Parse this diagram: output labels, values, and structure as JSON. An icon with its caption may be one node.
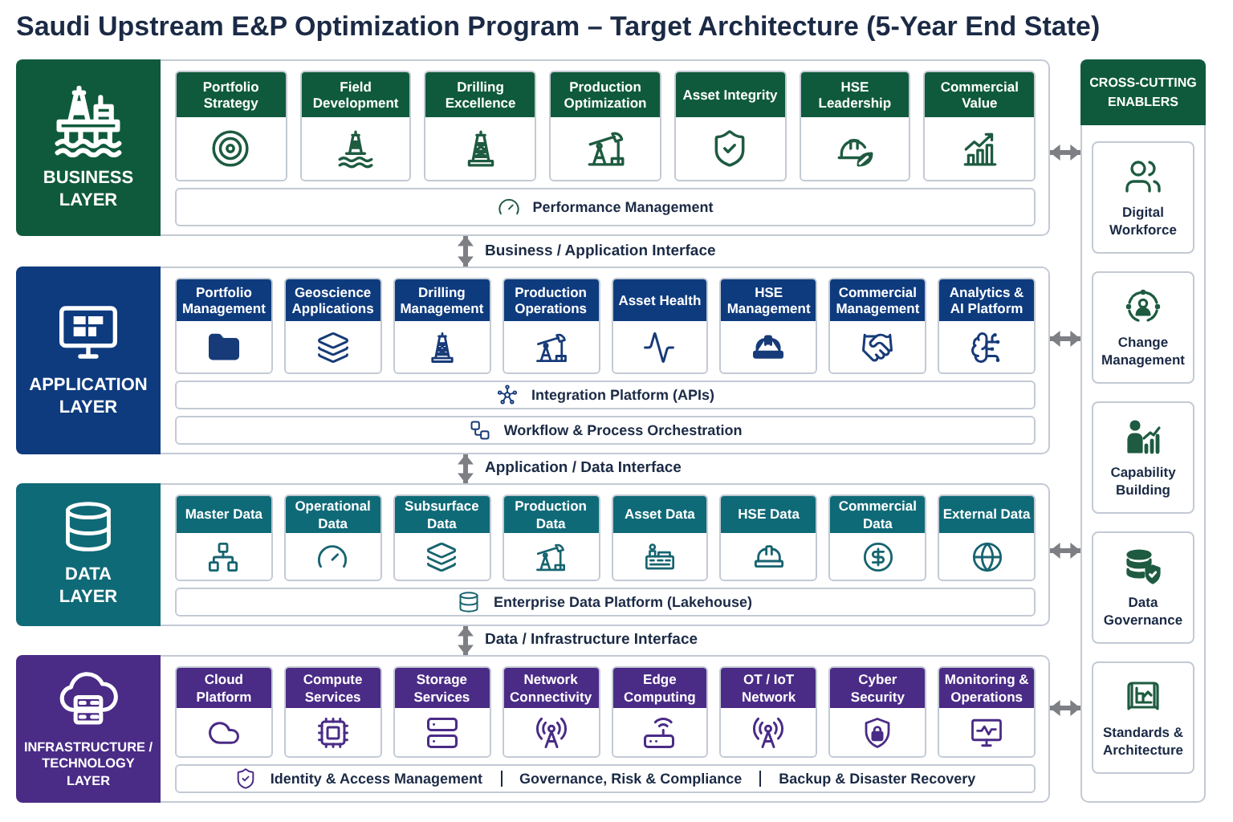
{
  "diagram": {
    "title": "Saudi Upstream E&P Optimization Program – Target Architecture (5-Year End State)",
    "nodes": [
      {
        "text": [
          "BUSINESS LAYER"
        ]
      },
      {
        "text": [
          "Portfolio Strategy"
        ],
        "in": 0
      },
      {
        "text": [
          "Field Development"
        ],
        "in": 0
      },
      {
        "text": [
          "Drilling Excellence"
        ],
        "in": 0
      },
      {
        "text": [
          "Production Optimization"
        ],
        "in": 0
      },
      {
        "text": [
          "Asset Integrity"
        ],
        "in": 0
      },
      {
        "text": [
          "HSE Leadership"
        ],
        "in": 0
      },
      {
        "text": [
          "Commercial Value"
        ],
        "in": 0
      },
      {
        "text": [
          "Performance Management"
        ],
        "in": 0
      },
      {
        "text": [
          "APPLICATION LAYER"
        ]
      },
      {
        "text": [
          "Portfolio Management"
        ],
        "in": 9
      },
      {
        "text": [
          "Geoscience Applications"
        ],
        "in": 9
      },
      {
        "text": [
          "Drilling Management"
        ],
        "in": 9
      },
      {
        "text": [
          "Production Operations"
        ],
        "in": 9
      },
      {
        "text": [
          "Asset Health"
        ],
        "in": 9
      },
      {
        "text": [
          "HSE Management"
        ],
        "in": 9
      },
      {
        "text": [
          "Commercial Management"
        ],
        "in": 9
      },
      {
        "text": [
          "Analytics & AI Platform"
        ],
        "in": 9
      },
      {
        "text": [
          "Integration Platform (APIs)"
        ],
        "in": 9
      },
      {
        "text": [
          "Workflow & Process Orchestration"
        ],
        "in": 9
      },
      {
        "text": [
          "DATA LAYER"
        ]
      },
      {
        "text": [
          "Master Data"
        ],
        "in": 20
      },
      {
        "text": [
          "Operational Data"
        ],
        "in": 20
      },
      {
        "text": [
          "Subsurface Data"
        ],
        "in": 20
      },
      {
        "text": [
          "Production Data"
        ],
        "in": 20
      },
      {
        "text": [
          "Asset Data"
        ],
        "in": 20
      },
      {
        "text": [
          "HSE Data"
        ],
        "in": 20
      },
      {
        "text": [
          "Commercial Data"
        ],
        "in": 20
      },
      {
        "text": [
          "External Data"
        ],
        "in": 20
      },
      {
        "text": [
          "Enterprise Data Platform (Lakehouse)"
        ],
        "in": 20
      },
      {
        "text": [
          "INFRASTRUCTURE / TECHNOLOGY LAYER"
        ]
      },
      {
        "text": [
          "Cloud Platform"
        ],
        "in": 30
      },
      {
        "text": [
          "Compute Services"
        ],
        "in": 30
      },
      {
        "text": [
          "Storage Services"
        ],
        "in": 30
      },
      {
        "text": [
          "Network Connectivity"
        ],
        "in": 30
      },
      {
        "text": [
          "Edge Computing"
        ],
        "in": 30
      },
      {
        "text": [
          "OT / IoT Network"
        ],
        "in": 30
      },
      {
        "text": [
          "Cyber Security"
        ],
        "in": 30
      },
      {
        "text": [
          "Monitoring & Operations"
        ],
        "in": 30
      },
      {
        "text": [
          "Identity & Access Management",
          "Governance, Risk & Compliance",
          "Backup & Disaster Recovery"
        ],
        "in": 30
      },
      {
        "text": [
          "CROSS-CUTTING ENABLERS"
        ]
      },
      {
        "text": [
          "Digital Workforce"
        ],
        "in": 40
      },
      {
        "text": [
          "Change Management"
        ],
        "in": 40
      },
      {
        "text": [
          "Capability Building"
        ],
        "in": 40
      },
      {
        "text": [
          "Data Governance"
        ],
        "in": 40
      },
      {
        "text": [
          "Standards & Architecture"
        ],
        "in": 40
      }
    ],
    "edges": [
      {
        "from": 0,
        "to": 9,
        "arrow": "both",
        "label": "Business / Application Interface"
      },
      {
        "from": 9,
        "to": 20,
        "arrow": "both",
        "label": "Application / Data Interface"
      },
      {
        "from": 20,
        "to": 30,
        "arrow": "both",
        "label": "Data / Infrastructure Interface"
      },
      {
        "from": 0,
        "to": 40,
        "arrow": "both"
      },
      {
        "from": 9,
        "to": 40,
        "arrow": "both"
      },
      {
        "from": 20,
        "to": 40,
        "arrow": "both"
      },
      {
        "from": 30,
        "to": 40,
        "arrow": "both"
      }
    ]
  }
}
